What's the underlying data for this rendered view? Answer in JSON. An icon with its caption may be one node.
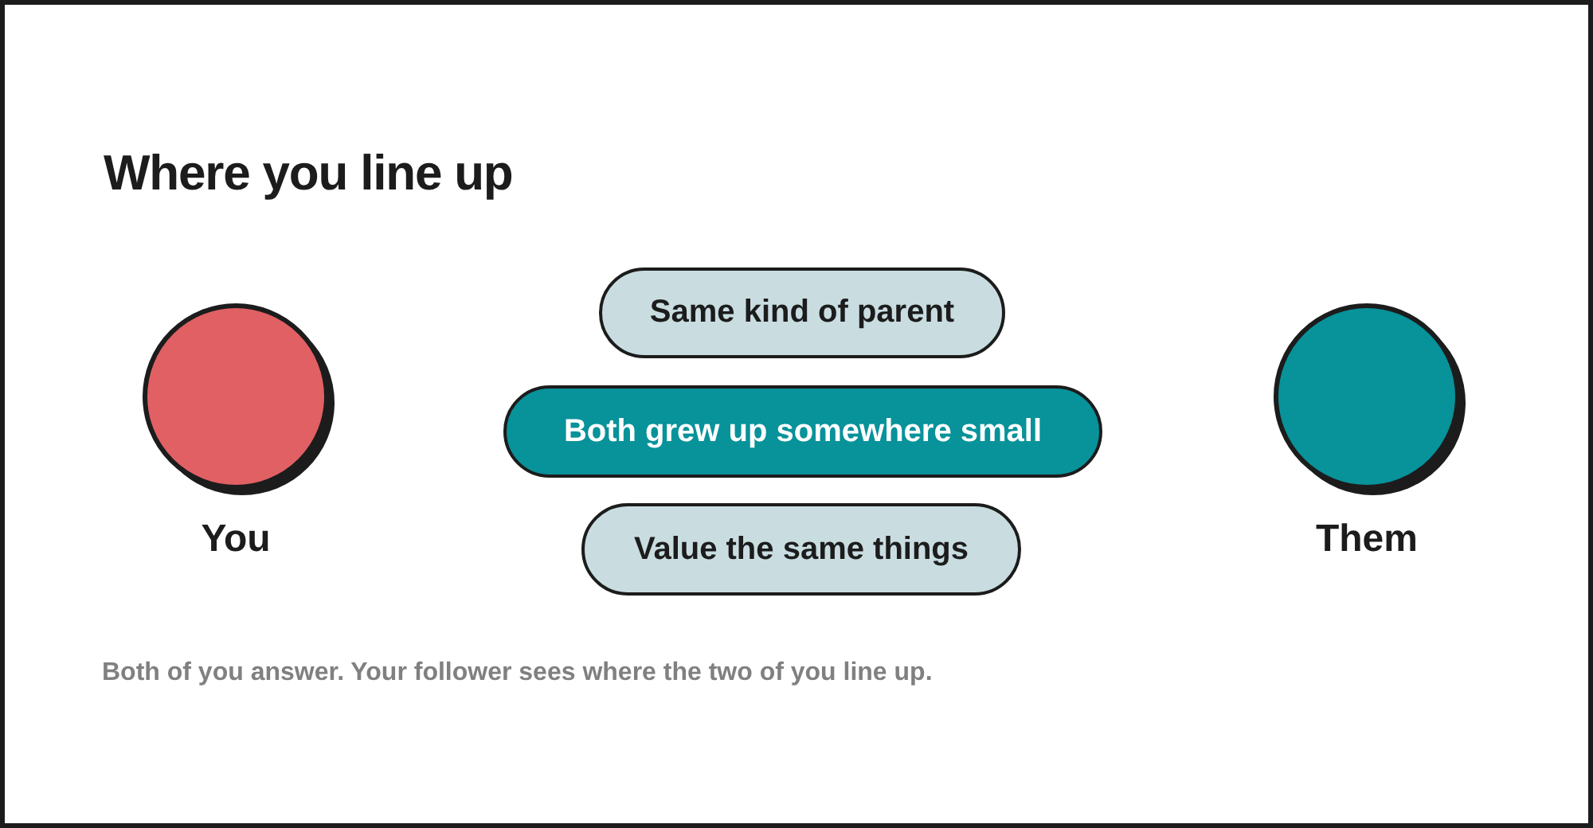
{
  "diagram": {
    "title": "Where you line up",
    "caption": "Both of you answer. Your follower sees where the two of you line up.",
    "nodes": [
      {
        "text": [
          "You"
        ]
      },
      {
        "text": [
          "Same kind of parent"
        ]
      },
      {
        "text": [
          "Both grew up somewhere small"
        ]
      },
      {
        "text": [
          "Value the same things"
        ]
      },
      {
        "text": [
          "Them"
        ]
      }
    ]
  }
}
